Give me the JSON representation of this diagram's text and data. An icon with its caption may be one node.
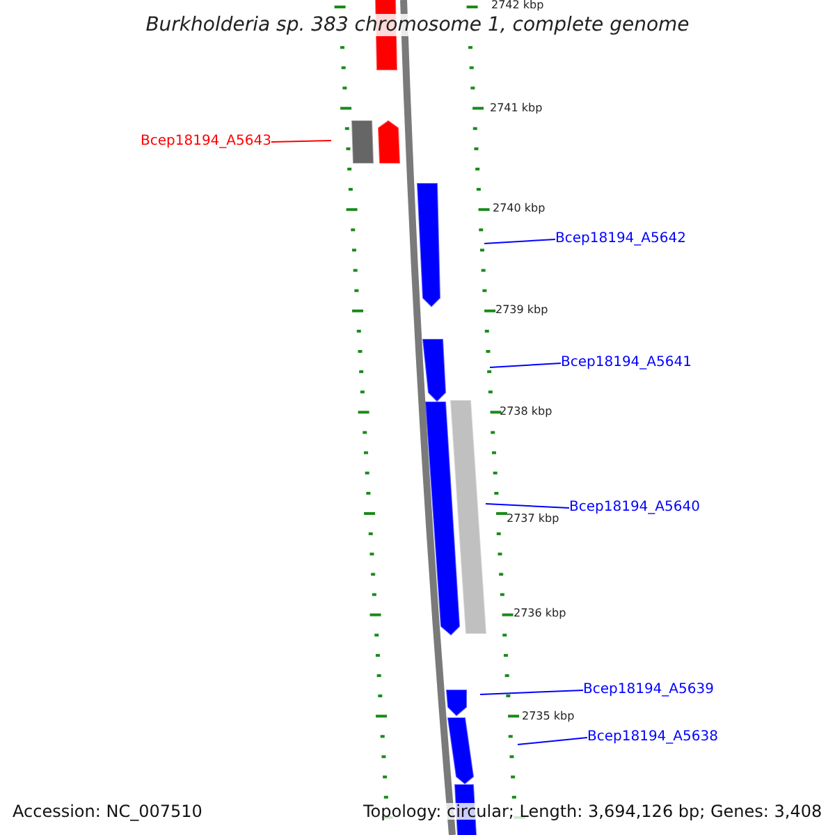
{
  "diagram": {
    "title": "Burkholderia sp. 383 chromosome 1, complete genome",
    "nodes": [
      {
        "text": [
          "Bcep18194_A5643"
        ]
      },
      {
        "text": [
          "Bcep18194_A5642"
        ]
      },
      {
        "text": [
          "Bcep18194_A5641"
        ]
      },
      {
        "text": [
          "Bcep18194_A5640"
        ]
      },
      {
        "text": [
          "Bcep18194_A5639"
        ]
      },
      {
        "text": [
          "Bcep18194_A5638"
        ]
      }
    ],
    "edges": [
      {
        "from": 0,
        "to": null,
        "arrow": "none",
        "color": "#ff0000"
      },
      {
        "from": 1,
        "to": null,
        "arrow": "none"
      },
      {
        "from": 2,
        "to": null,
        "arrow": "none"
      },
      {
        "from": 3,
        "to": null,
        "arrow": "none"
      },
      {
        "from": 4,
        "to": null,
        "arrow": "none"
      },
      {
        "from": 5,
        "to": null,
        "arrow": "none"
      }
    ],
    "labels": [
      "2742 kbp",
      "2741 kbp",
      "2740 kbp",
      "2739 kbp",
      "2738 kbp",
      "2737 kbp",
      "2736 kbp",
      "2735 kbp",
      "Accession: NC_007510",
      "Topology: circular; Length: 3,694,126 bp; Genes: 3,408"
    ]
  }
}
